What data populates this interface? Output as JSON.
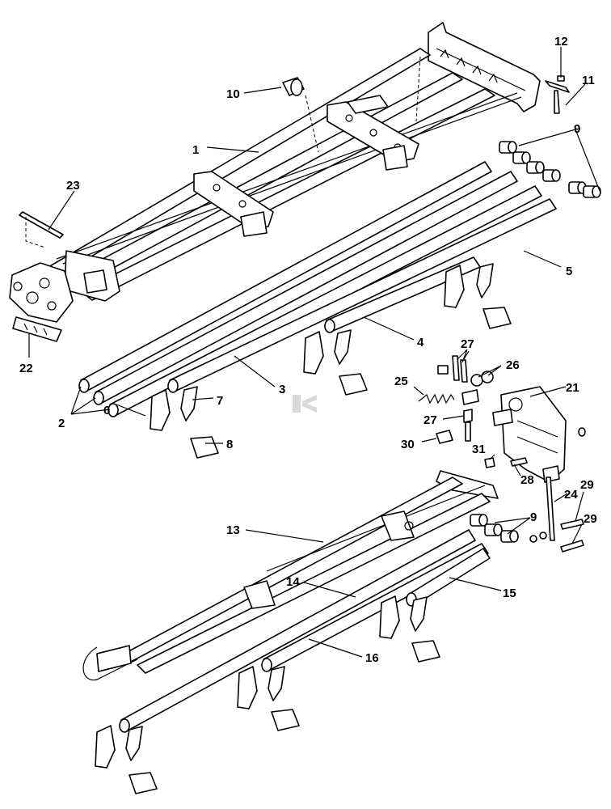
{
  "labels": {
    "n1": "1",
    "n2": "2",
    "n3": "3",
    "n4": "4",
    "n5": "5",
    "n6": "6",
    "n7": "7",
    "n8": "8",
    "n9a": "9",
    "n9b": "9",
    "n10": "10",
    "n11": "11",
    "n12": "12",
    "n13": "13",
    "n14": "14",
    "n15": "15",
    "n16": "16",
    "n21": "21",
    "n22": "22",
    "n23": "23",
    "n24": "24",
    "n25": "25",
    "n26": "26",
    "n27a": "27",
    "n27b": "27",
    "n28": "28",
    "n29a": "29",
    "n29b": "29",
    "n30": "30",
    "n31": "31"
  }
}
